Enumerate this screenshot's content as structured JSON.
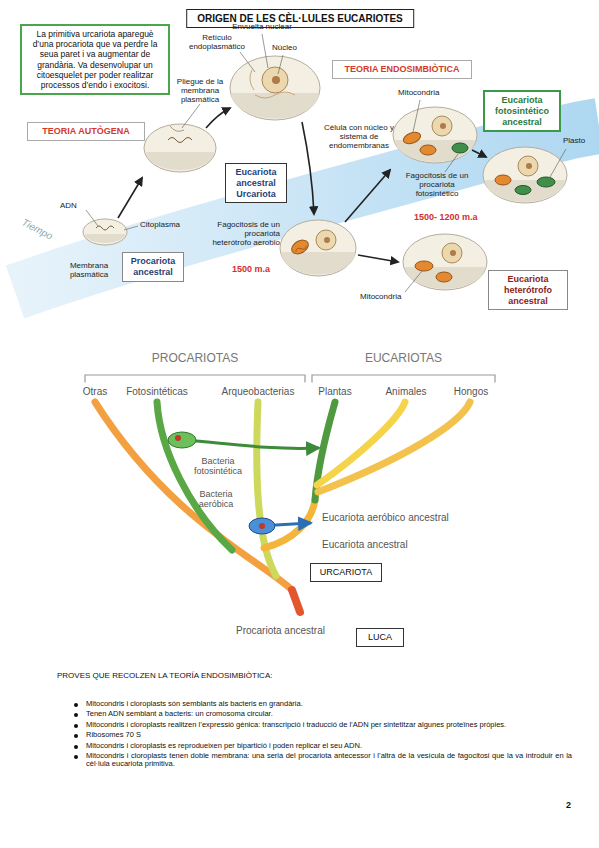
{
  "diagram": {
    "title": "ORIGEN DE LES CÈL·LULES EUCARIOTES",
    "nodes": [
      {
        "text": [
          "La primitiva urcariota apareguè d’una procariota que va perdre la seua paret i va augmentar de grandària. Va desenvolupar un citoesquelet per poder realitzar processos d’endo i exocitosi."
        ]
      },
      {
        "text": [
          "TEORIA AUTÒGENA"
        ]
      },
      {
        "text": [
          "TEORIA ENDOSIMBIÒTICA"
        ]
      },
      {
        "text": [
          "Procariota ancestral"
        ]
      },
      {
        "text": [
          "Eucariota ancestral Urcariota"
        ]
      },
      {
        "text": [
          "Eucariota fotosintético ancestral"
        ]
      },
      {
        "text": [
          "Eucariota heterótrofo ancestral"
        ]
      },
      {
        "text": [
          "URCARIOTA"
        ]
      },
      {
        "text": [
          "LUCA"
        ]
      }
    ],
    "labels": [
      "Envuelta nuclear",
      "Retículo endoplasmático",
      "Núcleo",
      "Pliegue de la membrana plasmática",
      "Célula con núcleo y sistema de endomembranas",
      "Mitocondria",
      "Plasto",
      "Fagocitosis de un procariota fotosintético",
      "1500- 1200 m.a",
      "Fagocitosis de un procariota heterótrofo aerobio",
      "1500 m.a",
      "Mitocondria",
      "ADN",
      "Citoplasma",
      "Membrana plasmática",
      "Tiempo",
      "PROCARIOTAS",
      "EUCARIOTAS",
      "Otras",
      "Fotosintéticas",
      "Arqueobacterias",
      "Plantas",
      "Animales",
      "Hongos",
      "Bacteria fotosintética",
      "Bacteria aeróbica",
      "Eucariota aeróbico ancestral",
      "Eucariota ancestral",
      "Procariota ancestral",
      "PROVES QUE RECOLZEN LA TEORÍA ENDOSIMBIÒTICA:",
      "Mitocondris i cloroplasts són semblants als bacteris en grandària.",
      "Tenen ADN semblant a bacteris: un cromosoma circular.",
      "Mitocondris i cloroplasts realitzen l’expressió gènica: transcripció i traducció de l’ADN per sintetitzar algunes proteïnes pròpies.",
      "Ribosomes 70 S",
      "Mitocondris i cloroplasts es reprodueixen per bipartició i poden replicar el seu ADN.",
      "Mitocondris i cloroplasts tenen doble membrana: una seria del procariota antecessor i l’altra de la vesícula de fagocitosi que la va introduir en la cèl·lula eucariota primitiva.",
      "2"
    ]
  }
}
